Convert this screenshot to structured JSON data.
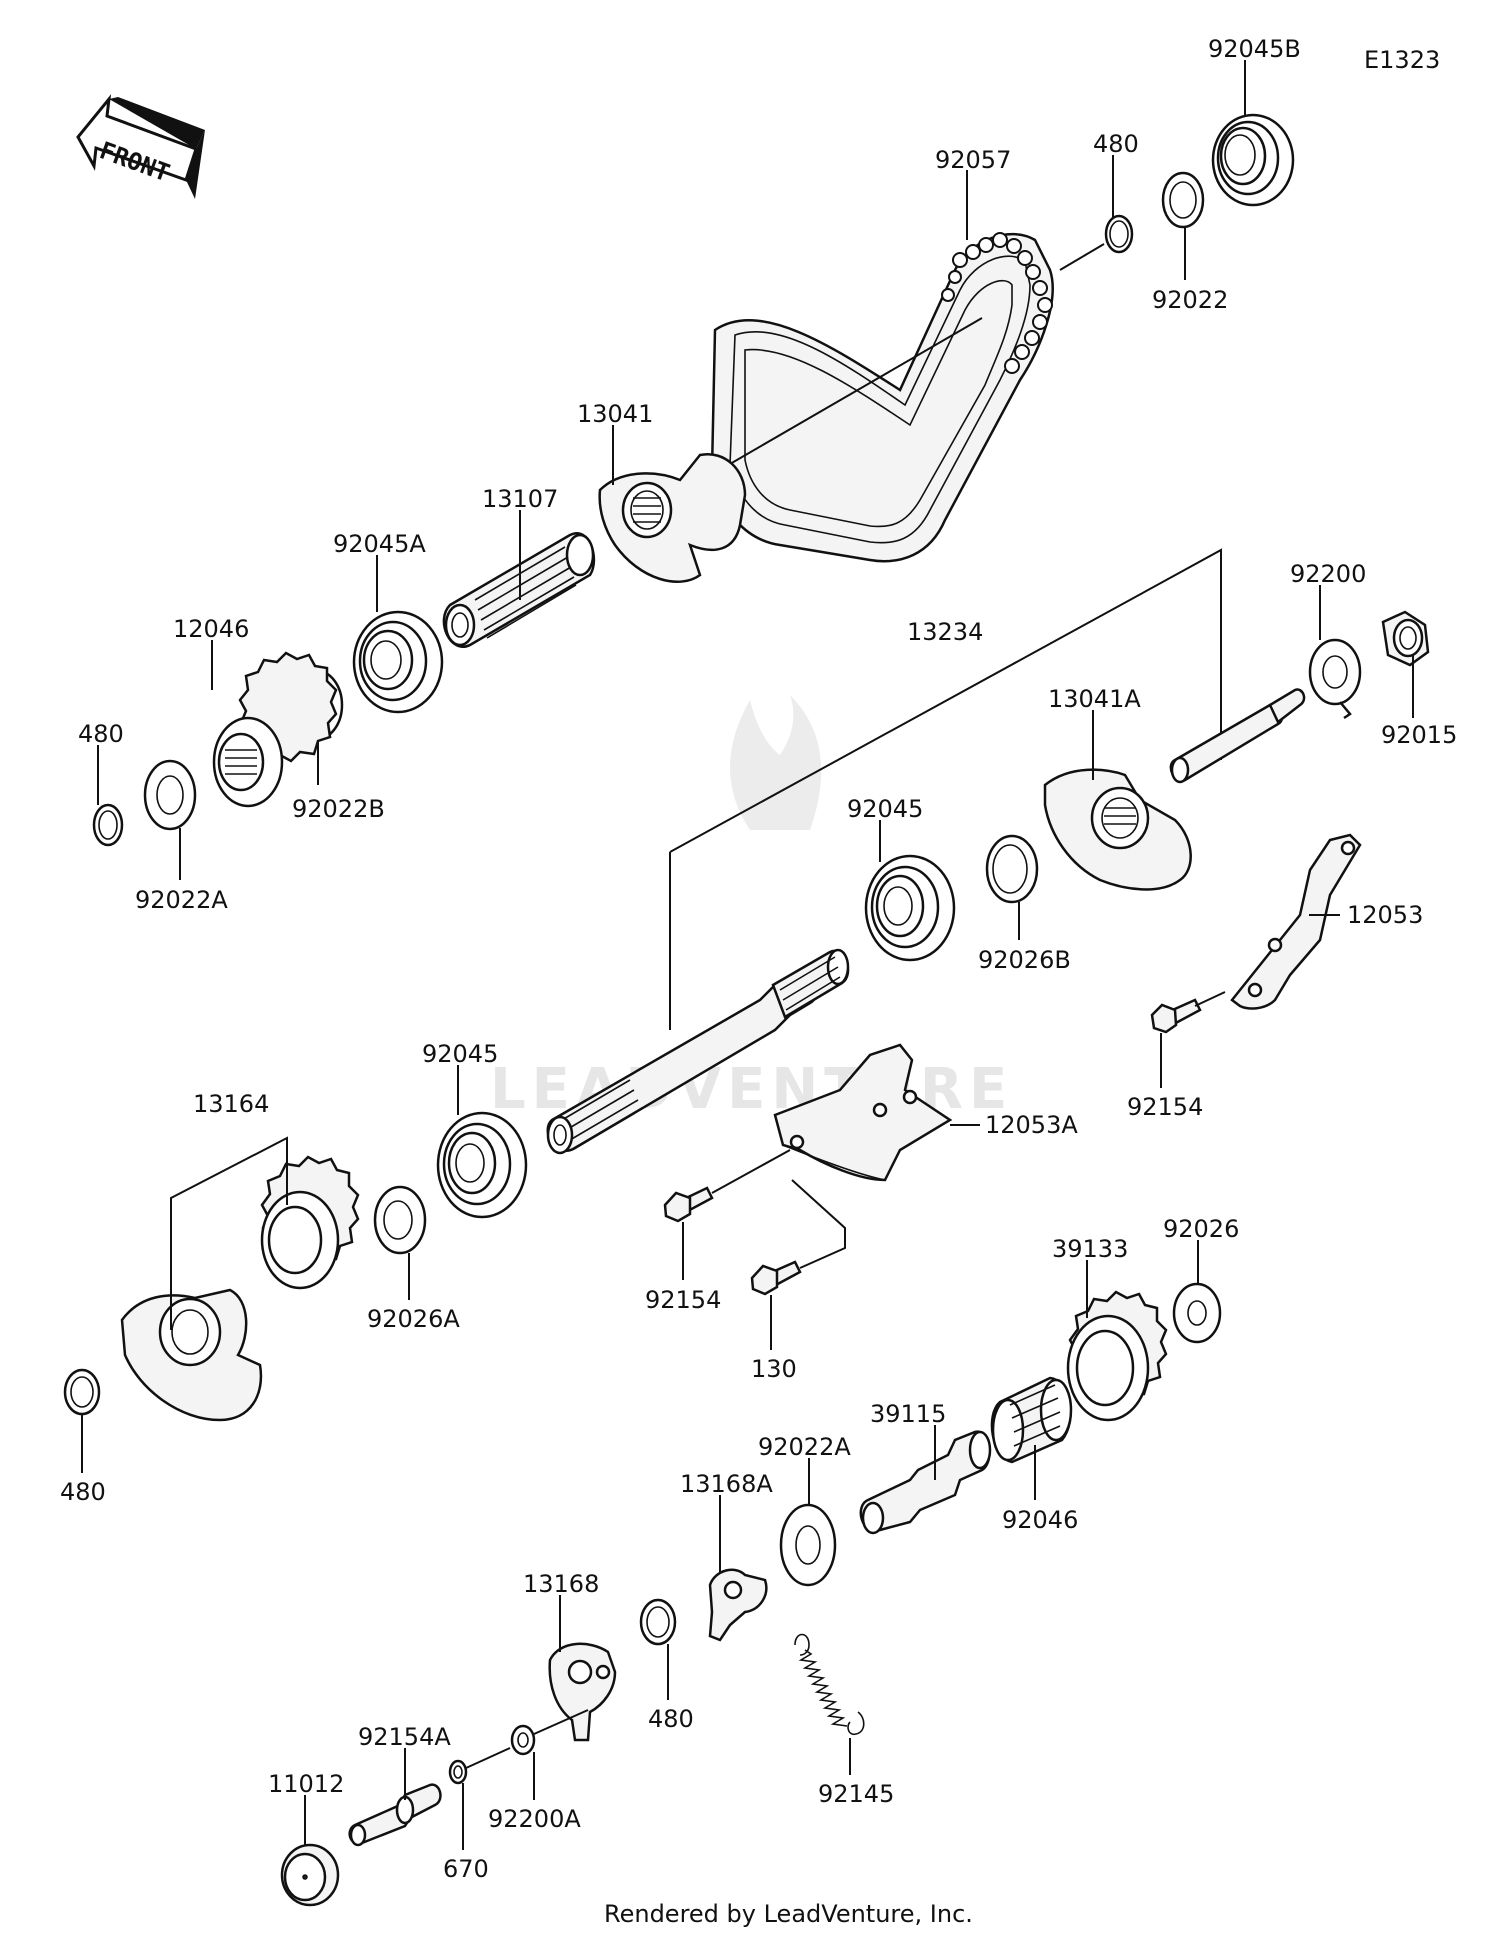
{
  "diagram": {
    "code": "E1323",
    "front_label": "FRONT",
    "watermark": "LEADVENTURE",
    "footer": "Rendered by LeadVenture, Inc.",
    "parts": [
      {
        "id": "p-92045B",
        "label": "92045B"
      },
      {
        "id": "p-92057",
        "label": "92057"
      },
      {
        "id": "p-480-top",
        "label": "480"
      },
      {
        "id": "p-92022",
        "label": "92022"
      },
      {
        "id": "p-13041",
        "label": "13041"
      },
      {
        "id": "p-13107",
        "label": "13107"
      },
      {
        "id": "p-92045A",
        "label": "92045A"
      },
      {
        "id": "p-12046",
        "label": "12046"
      },
      {
        "id": "p-480-left",
        "label": "480"
      },
      {
        "id": "p-92022B",
        "label": "92022B"
      },
      {
        "id": "p-92022A-left",
        "label": "92022A"
      },
      {
        "id": "p-13234",
        "label": "13234"
      },
      {
        "id": "p-92200",
        "label": "92200"
      },
      {
        "id": "p-92015",
        "label": "92015"
      },
      {
        "id": "p-13041A",
        "label": "13041A"
      },
      {
        "id": "p-92045-upper",
        "label": "92045"
      },
      {
        "id": "p-92026B",
        "label": "92026B"
      },
      {
        "id": "p-12053",
        "label": "12053"
      },
      {
        "id": "p-92154-right",
        "label": "92154"
      },
      {
        "id": "p-92045-lower",
        "label": "92045"
      },
      {
        "id": "p-13164",
        "label": "13164"
      },
      {
        "id": "p-12053A",
        "label": "12053A"
      },
      {
        "id": "p-92154-mid",
        "label": "92154"
      },
      {
        "id": "p-92026A",
        "label": "92026A"
      },
      {
        "id": "p-130",
        "label": "130"
      },
      {
        "id": "p-39133",
        "label": "39133"
      },
      {
        "id": "p-92026",
        "label": "92026"
      },
      {
        "id": "p-480-bottomleft",
        "label": "480"
      },
      {
        "id": "p-39115",
        "label": "39115"
      },
      {
        "id": "p-92022A-mid",
        "label": "92022A"
      },
      {
        "id": "p-13168A",
        "label": "13168A"
      },
      {
        "id": "p-92046",
        "label": "92046"
      },
      {
        "id": "p-13168",
        "label": "13168"
      },
      {
        "id": "p-92154A",
        "label": "92154A"
      },
      {
        "id": "p-480-bottom",
        "label": "480"
      },
      {
        "id": "p-11012",
        "label": "11012"
      },
      {
        "id": "p-92145",
        "label": "92145"
      },
      {
        "id": "p-670",
        "label": "670"
      },
      {
        "id": "p-92200A",
        "label": "92200A"
      }
    ]
  }
}
